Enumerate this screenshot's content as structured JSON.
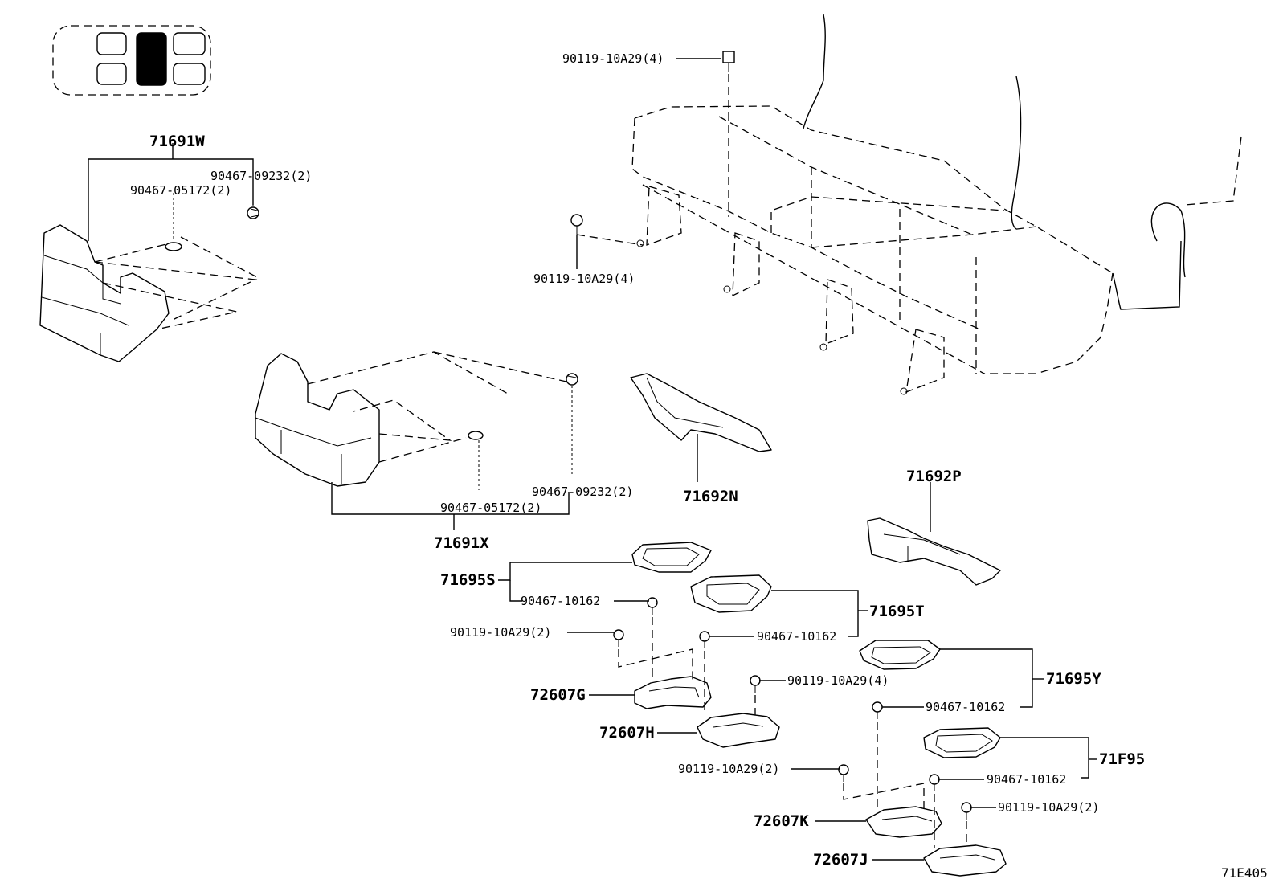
{
  "labels": {
    "p71691W": "71691W",
    "p90467_09232_a": "90467-09232(2)",
    "p90467_05172_a": "90467-05172(2)",
    "p90119_10A29_4_top": "90119-10A29(4)",
    "p90119_10A29_4_mid": "90119-10A29(4)",
    "p71692N": "71692N",
    "p90467_09232_b": "90467-09232(2)",
    "p90467_05172_b": "90467-05172(2)",
    "p71691X": "71691X",
    "p71692P": "71692P",
    "p71695S": "71695S",
    "p90467_10162_a": "90467-10162",
    "p90119_10A29_2_a": "90119-10A29(2)",
    "p71695T": "71695T",
    "p90467_10162_b": "90467-10162",
    "p90119_10A29_4_c": "90119-10A29(4)",
    "p72607G": "72607G",
    "p72607H": "72607H",
    "p71695Y": "71695Y",
    "p90467_10162_c": "90467-10162",
    "p90119_10A29_2_b": "90119-10A29(2)",
    "p71F95": "71F95",
    "p90467_10162_d": "90467-10162",
    "p72607K": "72607K",
    "p90119_10A29_2_c": "90119-10A29(2)",
    "p72607J": "72607J"
  },
  "diagram_ref": "71E405",
  "seat_locator": {
    "positions": 5,
    "highlighted": "second-row-center"
  }
}
